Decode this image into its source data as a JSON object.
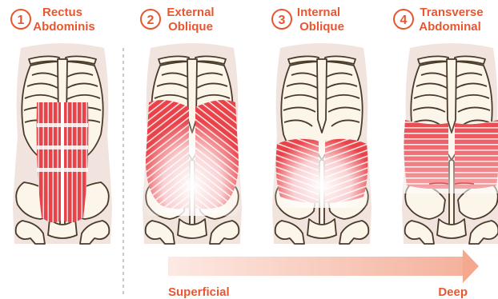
{
  "colors": {
    "accent": "#e8572f",
    "skin": "#f1e4df",
    "bone_fill": "#fbf5ea",
    "bone_stroke": "#4a3a2a",
    "muscle": "#e9434a",
    "muscle_light": "#f7c2c2"
  },
  "panels": [
    {
      "number": "1",
      "label_line1": "Rectus",
      "label_line2": "Abdominis",
      "muscle": "rectus-abdominis"
    },
    {
      "number": "2",
      "label_line1": "External",
      "label_line2": "Oblique",
      "muscle": "external-oblique"
    },
    {
      "number": "3",
      "label_line1": "Internal",
      "label_line2": "Oblique",
      "muscle": "internal-oblique"
    },
    {
      "number": "4",
      "label_line1": "Transverse",
      "label_line2": "Abdominal",
      "muscle": "transverse-abdominal"
    }
  ],
  "depth_scale": {
    "start_label": "Superficial",
    "end_label": "Deep"
  }
}
